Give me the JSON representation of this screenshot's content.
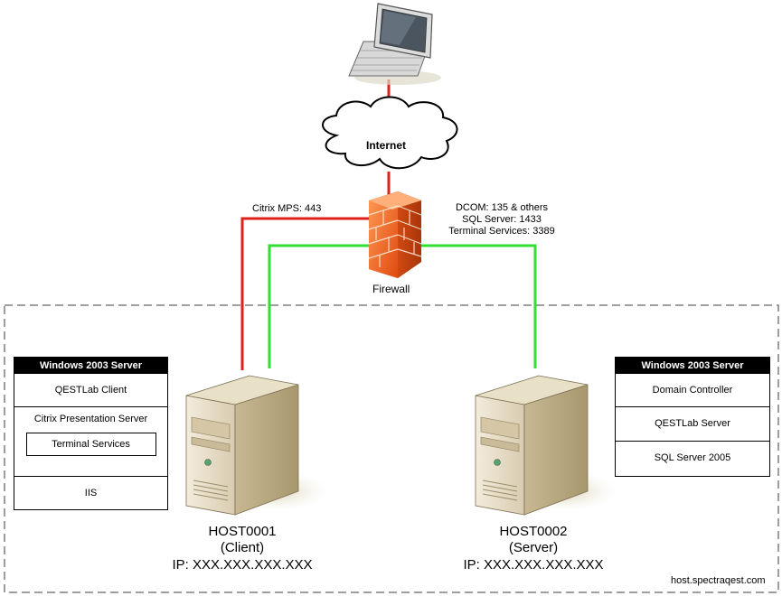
{
  "cloud": {
    "label": "Internet"
  },
  "firewall": {
    "label": "Firewall"
  },
  "links": {
    "left_label": "Citrix MPS: 443",
    "right_labels": [
      "DCOM: 135 & others",
      "SQL Server: 1433",
      "Terminal Services: 3389"
    ]
  },
  "colors": {
    "red_link": "#e0201a",
    "green_link": "#33dd33",
    "boundary": "#666666"
  },
  "host1": {
    "name": "HOST0001",
    "role": "(Client)",
    "ip": "IP: XXX.XXX.XXX.XXX",
    "box": {
      "header": "Windows 2003 Server",
      "rows": [
        "QESTLab Client",
        "Citrix Presentation Server",
        "Terminal Services",
        "IIS"
      ]
    }
  },
  "host2": {
    "name": "HOST0002",
    "role": "(Server)",
    "ip": "IP: XXX.XXX.XXX.XXX",
    "box": {
      "header": "Windows 2003 Server",
      "rows": [
        "Domain Controller",
        "QESTLab Server",
        "SQL Server 2005"
      ]
    }
  },
  "footer": {
    "site": "host.spectraqest.com"
  },
  "icons": [
    "laptop-icon",
    "cloud-icon",
    "firewall-icon",
    "server-icon"
  ]
}
